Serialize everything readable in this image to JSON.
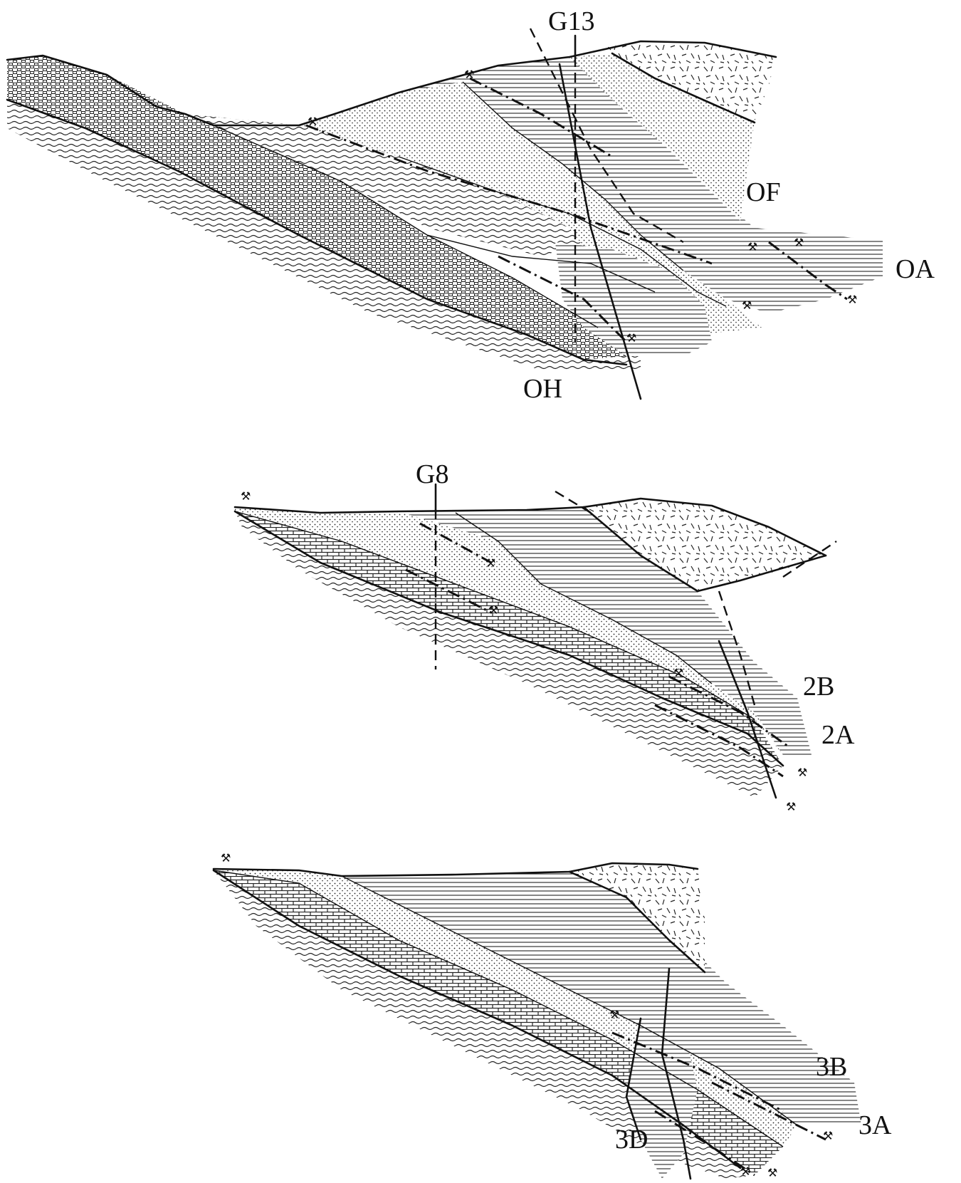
{
  "sections": [
    {
      "borehole": "G13",
      "units": [
        "OF",
        "OA",
        "OH"
      ]
    },
    {
      "borehole": "G8",
      "units": [
        "2B",
        "2A"
      ]
    },
    {
      "borehole": "",
      "units": [
        "3B",
        "3A",
        "3D"
      ]
    }
  ],
  "symbols": {
    "sample_site": "hammer-icon"
  }
}
